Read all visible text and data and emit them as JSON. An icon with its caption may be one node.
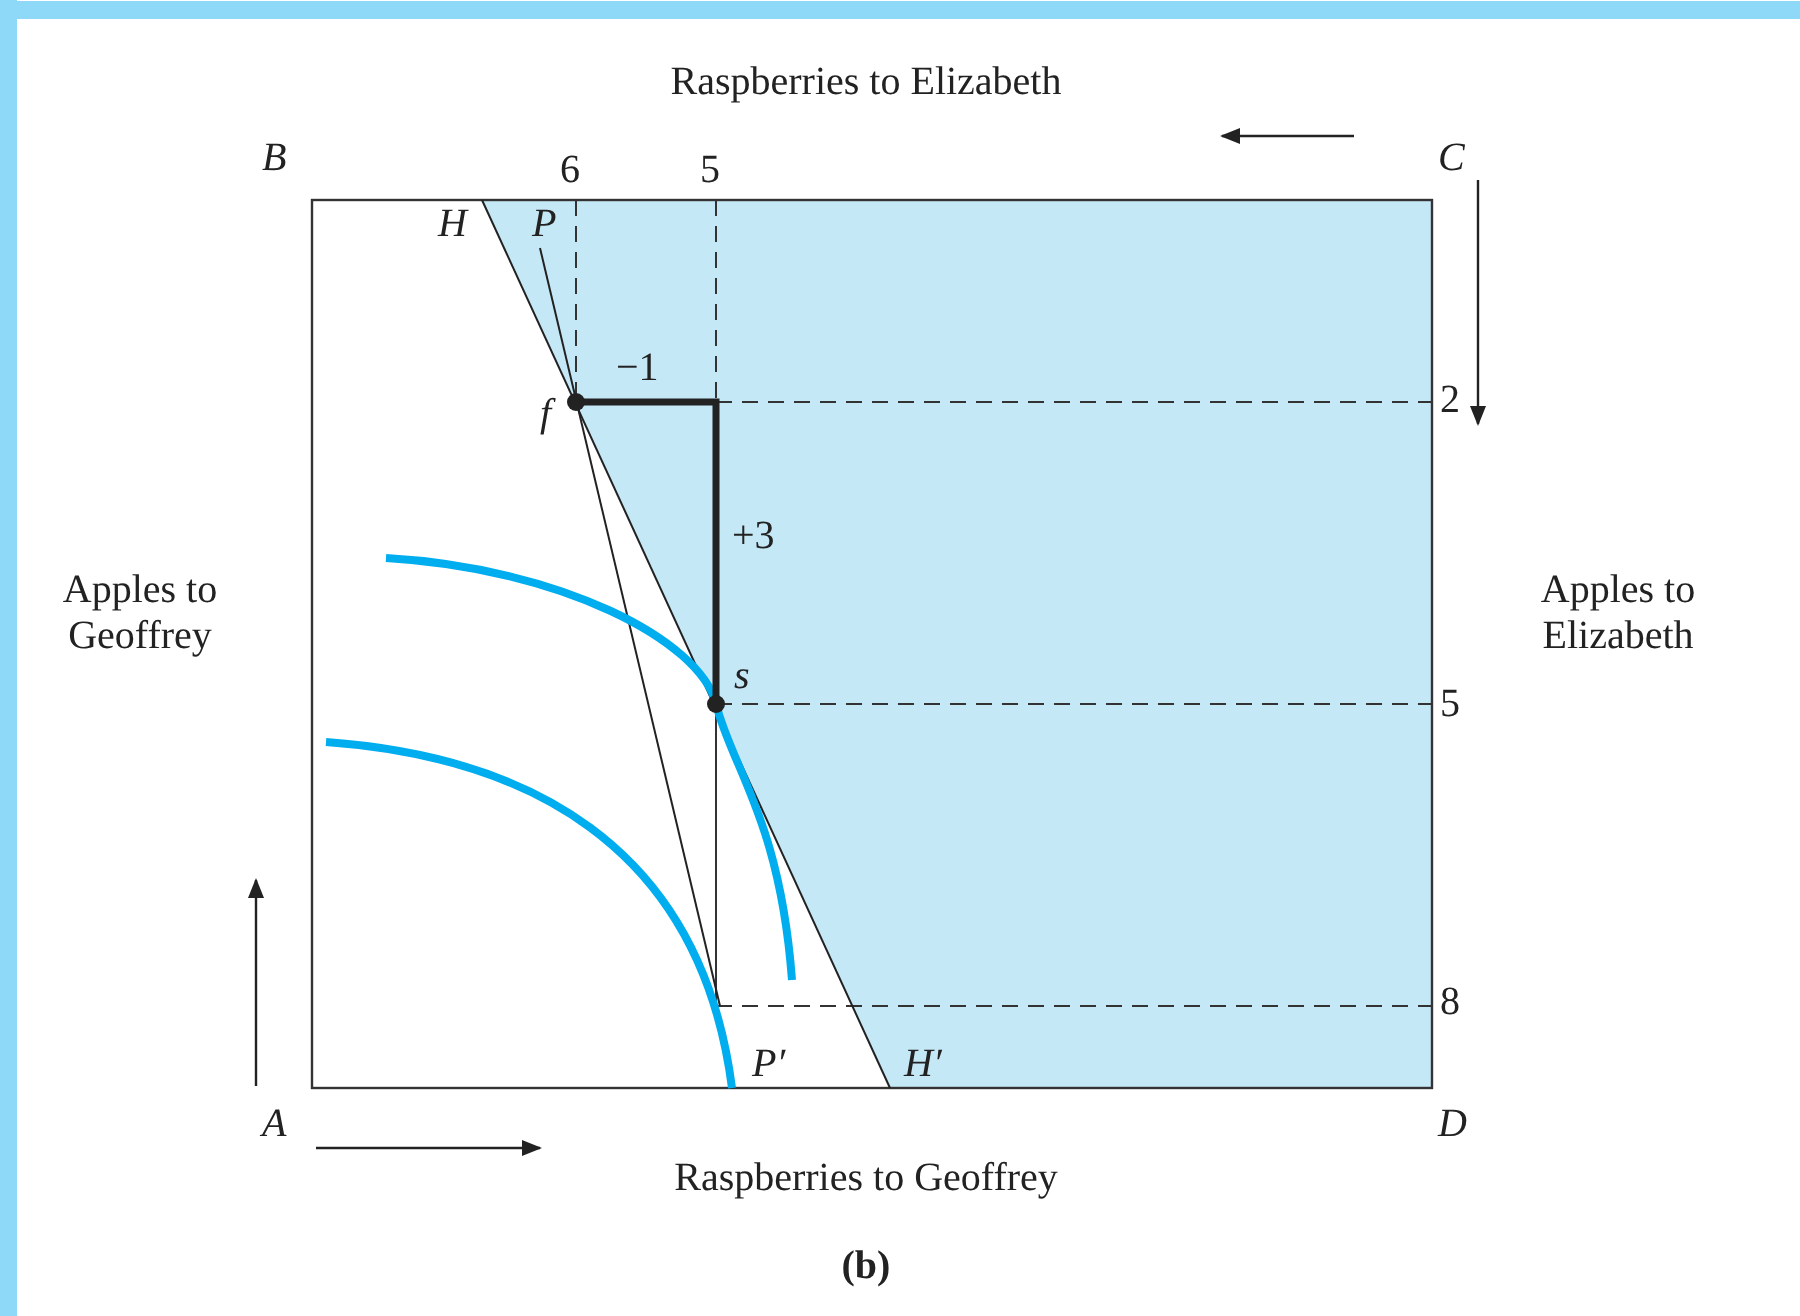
{
  "diagram": {
    "caption": "(b)",
    "labels": [
      "Raspberries to Elizabeth",
      "B",
      "6",
      "5",
      "C",
      "H",
      "P",
      "−1",
      "f",
      "2",
      "Apples to Geoffrey",
      "+3",
      "Apples to Elizabeth",
      "s",
      "5",
      "8",
      "P′",
      "H′",
      "A",
      "D",
      "Raspberries to Geoffrey"
    ]
  }
}
